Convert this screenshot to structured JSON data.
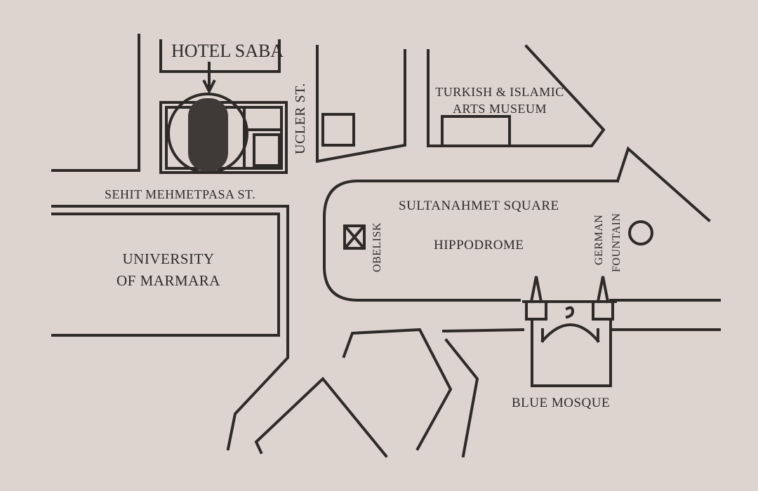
{
  "map": {
    "landmarks": {
      "hotel": "HOTEL SABA",
      "museum_line1": "TURKISH & ISLAMIC",
      "museum_line2": "ARTS MUSEUM",
      "university_line1": "UNIVERSITY",
      "university_line2": "OF MARMARA",
      "square": "SULTANAHMET SQUARE",
      "hippodrome": "HIPPODROME",
      "obelisk": "OBELISK",
      "fountain_line1": "GERMAN",
      "fountain_line2": "FOUNTAIN",
      "mosque": "BLUE MOSQUE"
    },
    "streets": {
      "ucler": "UCLER ST.",
      "sehit": "SEHIT MEHMETPASA ST."
    }
  },
  "colors": {
    "ink": "#2e2a27",
    "card": "#ddd4cf",
    "background": "#7d6f66"
  },
  "icons": [
    "hotel-marker-icon",
    "obelisk-icon",
    "fountain-icon",
    "mosque-icon",
    "arrow-down-icon"
  ]
}
